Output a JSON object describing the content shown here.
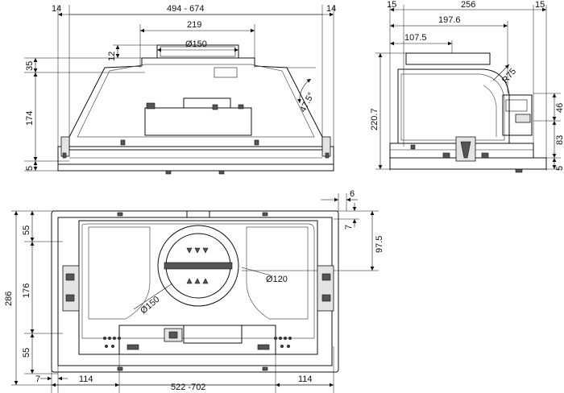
{
  "front_view": {
    "side_margin_left": "14",
    "width_range": "494  -  674",
    "side_margin_right": "14",
    "inner_width": "219",
    "outlet_diameter": "Ø150",
    "outlet_offset": "12",
    "outlet_height": "35",
    "body_height": "174",
    "bottom_thickness": "5",
    "angle": "47.5°"
  },
  "side_view": {
    "left_margin": "15",
    "depth": "256",
    "right_margin": "15",
    "dim_197_6": "197.6",
    "dim_107_5": "107.5",
    "radius": "R75",
    "total_height": "220.7",
    "dim_46": "46",
    "dim_83": "83",
    "dim_5": "5"
  },
  "bottom_view": {
    "dim_6": "6",
    "dim_7_right": "7",
    "dim_97_5": "97.5",
    "dim_286": "286",
    "dim_55_top": "55",
    "dim_176": "176",
    "dim_55_bottom": "55",
    "dim_7_bottom": "7",
    "dim_114_left": "114",
    "width_range": "522  -702",
    "dim_114_right": "114",
    "inner_diameter": "Ø120",
    "outer_diameter": "Ø150"
  }
}
